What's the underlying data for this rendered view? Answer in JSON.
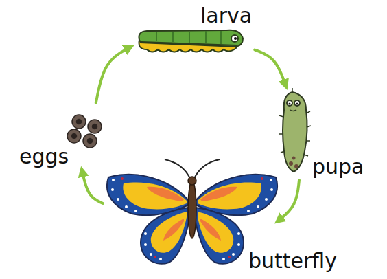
{
  "diagram": {
    "nodes": [
      {
        "text": [
          "eggs"
        ]
      },
      {
        "text": [
          "larva"
        ]
      },
      {
        "text": [
          "pupa"
        ]
      },
      {
        "text": [
          "butterfly"
        ]
      }
    ],
    "edges": [
      {
        "from": 0,
        "to": 1,
        "arrow": "to"
      },
      {
        "from": 1,
        "to": 2,
        "arrow": "to"
      },
      {
        "from": 2,
        "to": 3,
        "arrow": "to"
      },
      {
        "from": 3,
        "to": 0,
        "arrow": "to"
      }
    ]
  }
}
